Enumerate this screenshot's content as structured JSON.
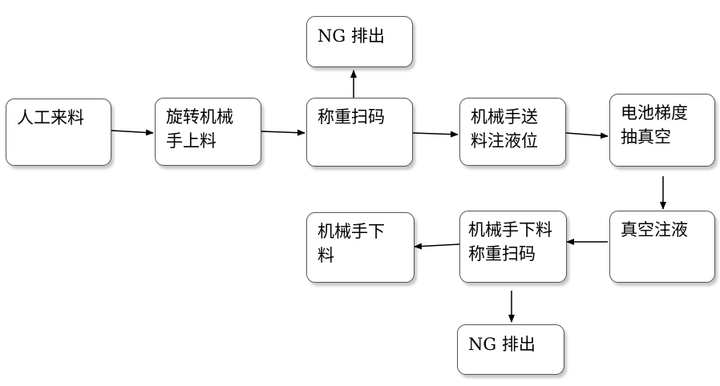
{
  "nodes": {
    "manual_feed": {
      "line1": "人工来料"
    },
    "rotary_robot_load": {
      "line1": "旋转机械",
      "line2": "手上料"
    },
    "weigh_scan": {
      "line1": "称重扫码"
    },
    "ng_out_top": {
      "line1": "NG 排出"
    },
    "robot_to_fill": {
      "line1": "机械手送",
      "line2": "料注液位"
    },
    "battery_vacuum": {
      "line1": "电池梯度",
      "line2": "抽真空"
    },
    "vacuum_fill": {
      "line1": "真空注液"
    },
    "robot_unload_weigh": {
      "line1": "机械手下料",
      "line2": "称重扫码"
    },
    "robot_unload": {
      "line1": "机械手下",
      "line2": "料"
    },
    "ng_out_bottom": {
      "line1": "NG 排出"
    }
  }
}
